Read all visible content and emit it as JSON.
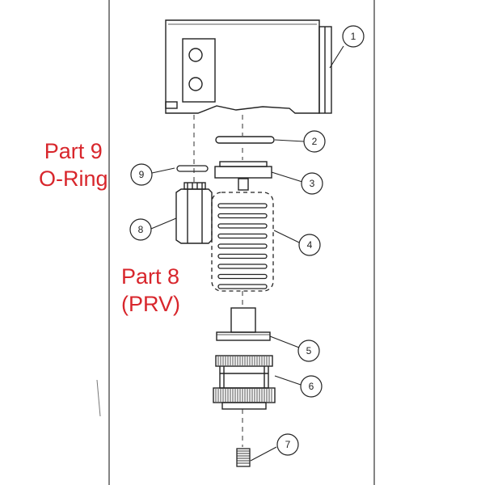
{
  "annotations": {
    "part9": {
      "line1": "Part 9",
      "line2": "O-Ring"
    },
    "part8": {
      "line1": "Part 8",
      "line2": "(PRV)"
    }
  },
  "callouts": [
    "1",
    "2",
    "3",
    "4",
    "5",
    "6",
    "7",
    "8",
    "9"
  ],
  "colors": {
    "annotation": "#d8262c",
    "line": "#222222",
    "background": "#ffffff"
  }
}
